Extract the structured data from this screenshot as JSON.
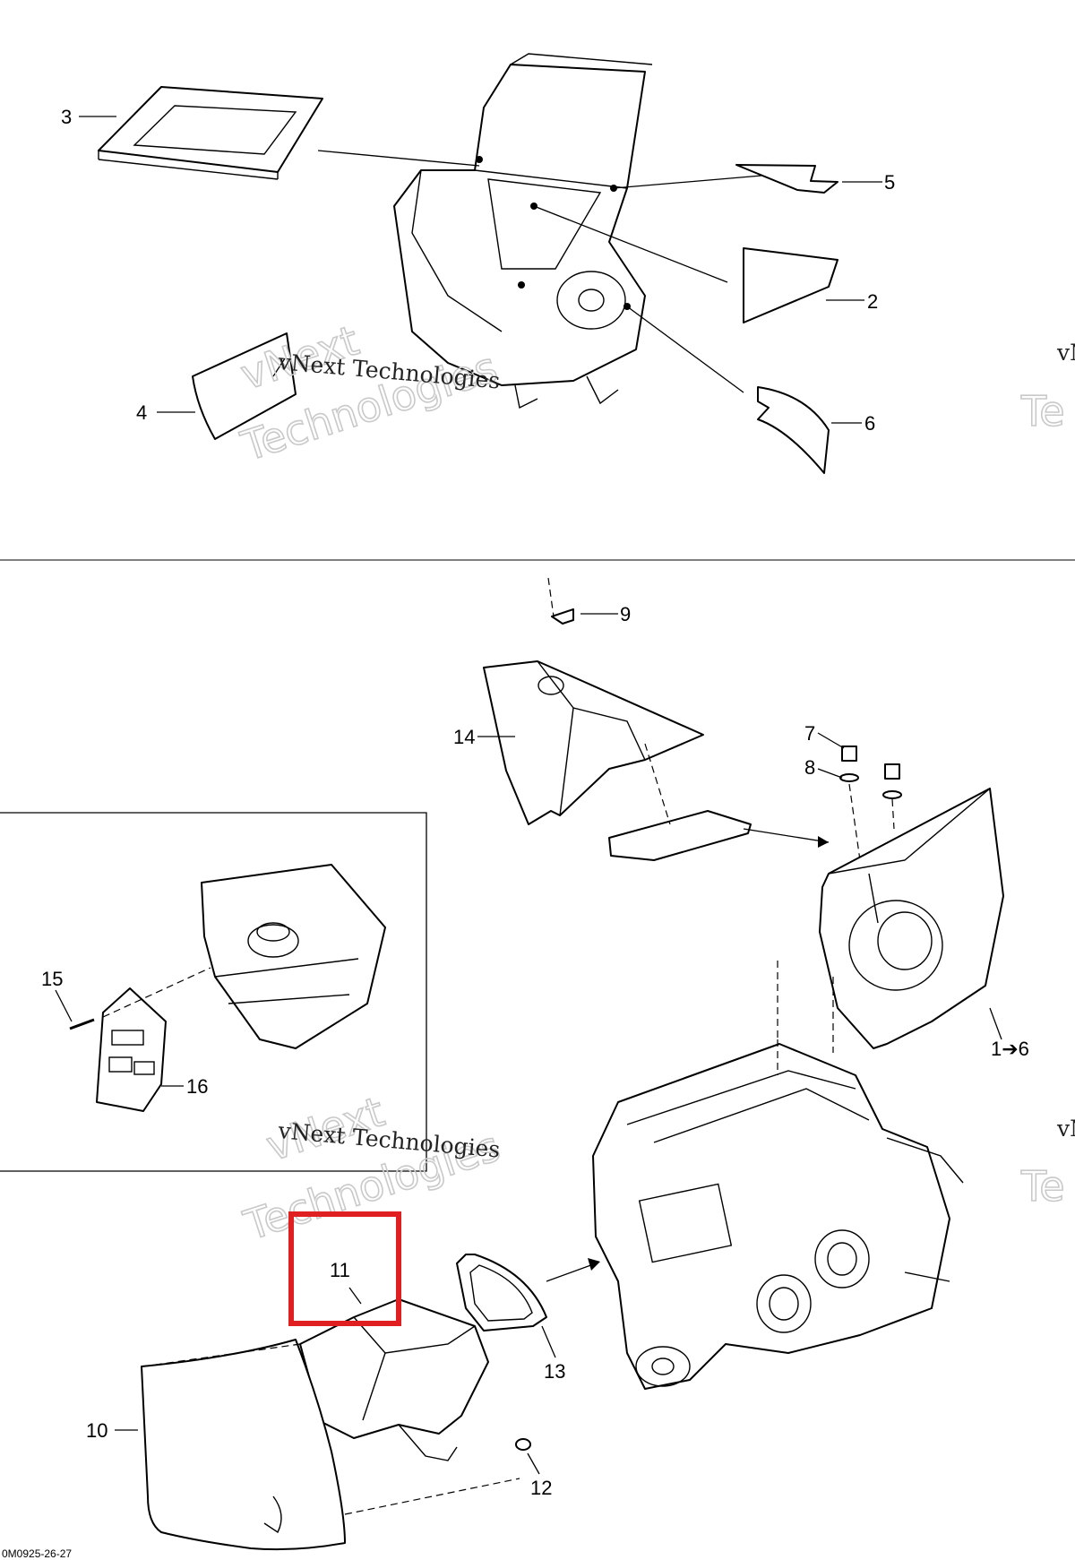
{
  "labels": {
    "p1_6": "1➔6",
    "p2": "2",
    "p3": "3",
    "p4": "4",
    "p5": "5",
    "p6": "6",
    "p7": "7",
    "p8": "8",
    "p9": "9",
    "p10": "10",
    "p11": "11",
    "p12": "12",
    "p13": "13",
    "p14": "14",
    "p15": "15",
    "p16": "16"
  },
  "watermark": {
    "line1": "vNext Technologies",
    "line2a": "vNext",
    "line2b": "Technologies",
    "edge1": "vN",
    "edge2": "Te"
  },
  "reference_code": "0M0925-26-27",
  "highlight_color": "#e02020"
}
